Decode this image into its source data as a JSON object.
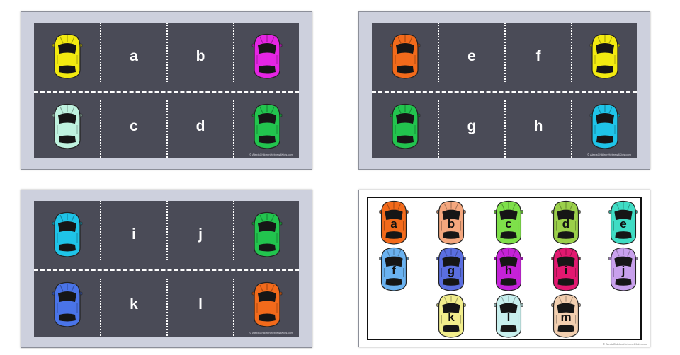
{
  "cards": [
    {
      "top_letters": [
        "a",
        "b"
      ],
      "bottom_letters": [
        "c",
        "d"
      ],
      "top_cars": [
        "#f2ea10",
        "#e525e3"
      ],
      "bottom_cars": [
        "#bff2df",
        "#22c44e"
      ]
    },
    {
      "top_letters": [
        "e",
        "f"
      ],
      "bottom_letters": [
        "g",
        "h"
      ],
      "top_cars": [
        "#f26a1b",
        "#f2ea10"
      ],
      "bottom_cars": [
        "#22c44e",
        "#1fc4e8"
      ]
    },
    {
      "top_letters": [
        "i",
        "j"
      ],
      "bottom_letters": [
        "k",
        "l"
      ],
      "top_cars": [
        "#1fc4e8",
        "#22c44e"
      ],
      "bottom_cars": [
        "#4a74e8",
        "#f26a1b"
      ]
    }
  ],
  "answer_sheet": {
    "pieces": [
      {
        "letter": "a",
        "color": "#f26a1b"
      },
      {
        "letter": "b",
        "color": "#f4a77e"
      },
      {
        "letter": "c",
        "color": "#7ee04a"
      },
      {
        "letter": "d",
        "color": "#9bd04a"
      },
      {
        "letter": "e",
        "color": "#3fdcc4"
      },
      {
        "letter": "f",
        "color": "#6ab2f0"
      },
      {
        "letter": "g",
        "color": "#5a6ee0"
      },
      {
        "letter": "h",
        "color": "#c522d8"
      },
      {
        "letter": "i",
        "color": "#e21870"
      },
      {
        "letter": "j",
        "color": "#c8a0ec"
      },
      {
        "letter": "k",
        "color": "#f2ee8c"
      },
      {
        "letter": "l",
        "color": "#c8f0ee"
      },
      {
        "letter": "m",
        "color": "#f2cfb0"
      }
    ]
  },
  "watermark": "© AlexisChildrenHebrew4Kids.com"
}
